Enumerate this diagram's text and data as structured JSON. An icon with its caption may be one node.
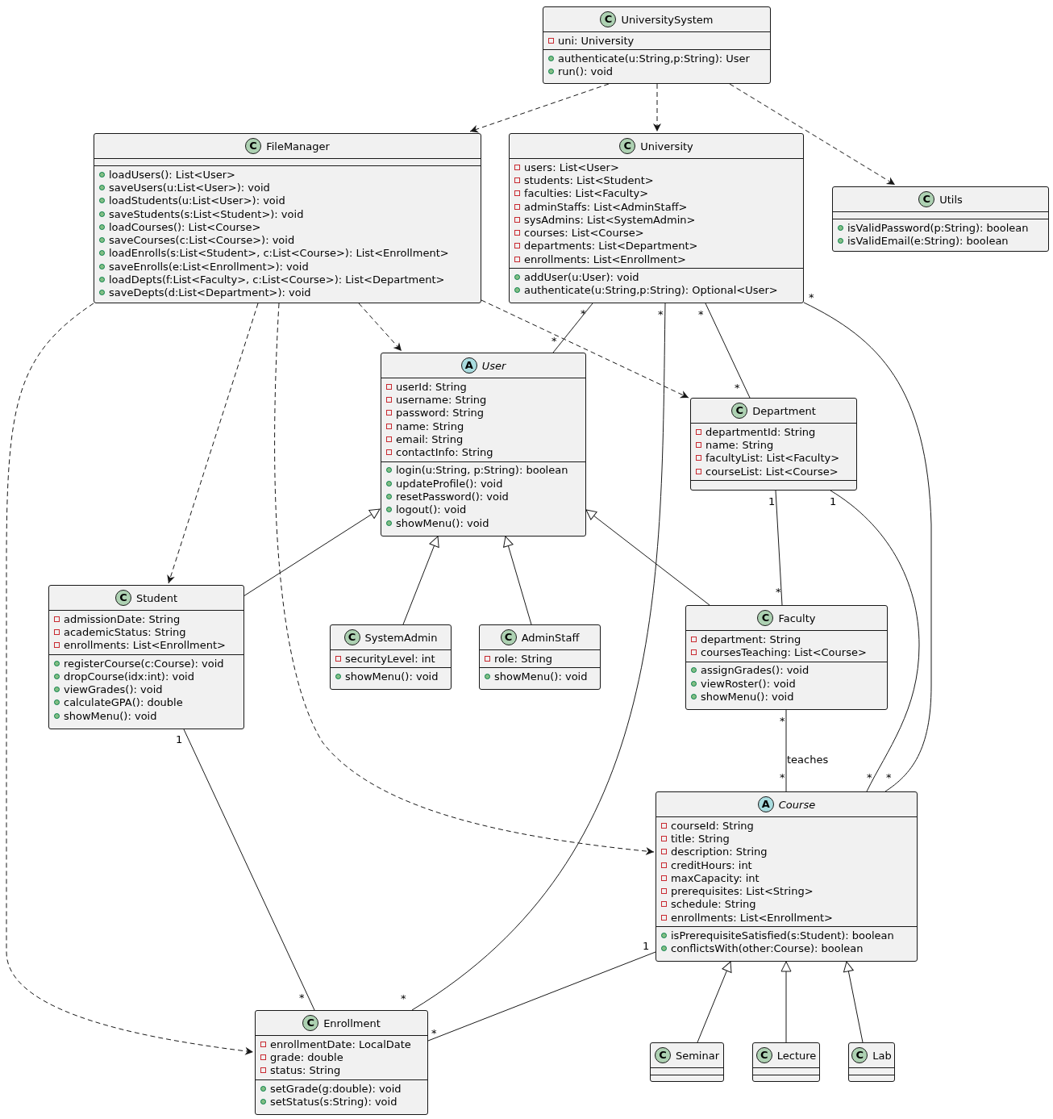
{
  "diagram": {
    "nodes": [
      {
        "text": [
          "C",
          "UniversitySystem",
          "uni: University",
          "authenticate(u:String,p:String): User",
          "run(): void"
        ]
      },
      {
        "text": [
          "C",
          "FileManager",
          "loadUsers(): List<User>",
          "saveUsers(u:List<User>): void",
          "loadStudents(u:List<User>): void",
          "saveStudents(s:List<Student>): void",
          "loadCourses(): List<Course>",
          "saveCourses(c:List<Course>): void",
          "loadEnrolls(s:List<Student>, c:List<Course>): List<Enrollment>",
          "saveEnrolls(e:List<Enrollment>): void",
          "loadDepts(f:List<Faculty>, c:List<Course>): List<Department>",
          "saveDepts(d:List<Department>): void"
        ]
      },
      {
        "text": [
          "C",
          "University",
          "users: List<User>",
          "students: List<Student>",
          "faculties: List<Faculty>",
          "adminStaffs: List<AdminStaff>",
          "sysAdmins: List<SystemAdmin>",
          "courses: List<Course>",
          "departments: List<Department>",
          "enrollments: List<Enrollment>",
          "addUser(u:User): void",
          "authenticate(u:String,p:String): Optional<User>"
        ]
      },
      {
        "text": [
          "C",
          "Utils",
          "isValidPassword(p:String): boolean",
          "isValidEmail(e:String): boolean"
        ]
      },
      {
        "text": [
          "A",
          "User",
          "userId: String",
          "username: String",
          "password: String",
          "name: String",
          "email: String",
          "contactInfo: String",
          "login(u:String, p:String): boolean",
          "updateProfile(): void",
          "resetPassword(): void",
          "logout(): void",
          "showMenu(): void"
        ]
      },
      {
        "text": [
          "C",
          "Department",
          "departmentId: String",
          "name: String",
          "facultyList: List<Faculty>",
          "courseList: List<Course>"
        ]
      },
      {
        "text": [
          "C",
          "Student",
          "admissionDate: String",
          "academicStatus: String",
          "enrollments: List<Enrollment>",
          "registerCourse(c:Course): void",
          "dropCourse(idx:int): void",
          "viewGrades(): void",
          "calculateGPA(): double",
          "showMenu(): void"
        ]
      },
      {
        "text": [
          "C",
          "SystemAdmin",
          "securityLevel: int",
          "showMenu(): void"
        ]
      },
      {
        "text": [
          "C",
          "AdminStaff",
          "role: String",
          "showMenu(): void"
        ]
      },
      {
        "text": [
          "C",
          "Faculty",
          "department: String",
          "coursesTeaching: List<Course>",
          "assignGrades(): void",
          "viewRoster(): void",
          "showMenu(): void"
        ]
      },
      {
        "text": [
          "A",
          "Course",
          "courseId: String",
          "title: String",
          "description: String",
          "creditHours: int",
          "maxCapacity: int",
          "prerequisites: List<String>",
          "schedule: String",
          "enrollments: List<Enrollment>",
          "isPrerequisiteSatisfied(s:Student): boolean",
          "conflictsWith(other:Course): boolean"
        ]
      },
      {
        "text": [
          "C",
          "Enrollment",
          "enrollmentDate: LocalDate",
          "grade: double",
          "status: String",
          "setGrade(g:double): void",
          "setStatus(s:String): void"
        ]
      },
      {
        "text": [
          "C",
          "Seminar"
        ]
      },
      {
        "text": [
          "C",
          "Lecture"
        ]
      },
      {
        "text": [
          "C",
          "Lab"
        ]
      }
    ],
    "edges": [
      {
        "from": 0,
        "to": 1,
        "arrow": "to",
        "style": "dashed"
      },
      {
        "from": 0,
        "to": 2,
        "arrow": "to",
        "style": "dashed"
      },
      {
        "from": 0,
        "to": 3,
        "arrow": "to",
        "style": "dashed"
      },
      {
        "from": 1,
        "to": 4,
        "arrow": "to",
        "style": "dashed"
      },
      {
        "from": 1,
        "to": 5,
        "arrow": "to",
        "style": "dashed"
      },
      {
        "from": 1,
        "to": 6,
        "arrow": "to",
        "style": "dashed"
      },
      {
        "from": 1,
        "to": 10,
        "arrow": "to",
        "style": "dashed"
      },
      {
        "from": 1,
        "to": 11,
        "arrow": "to",
        "style": "dashed"
      },
      {
        "from": 2,
        "to": 4,
        "arrow": "none"
      },
      {
        "from": 2,
        "to": 11,
        "arrow": "none"
      },
      {
        "from": 2,
        "to": 5,
        "arrow": "none"
      },
      {
        "from": 2,
        "to": 10,
        "arrow": "none"
      },
      {
        "from": 6,
        "to": 4,
        "arrow": "to"
      },
      {
        "from": 7,
        "to": 4,
        "arrow": "to"
      },
      {
        "from": 8,
        "to": 4,
        "arrow": "to"
      },
      {
        "from": 9,
        "to": 4,
        "arrow": "to"
      },
      {
        "from": 5,
        "to": 9,
        "arrow": "none"
      },
      {
        "from": 5,
        "to": 10,
        "arrow": "none"
      },
      {
        "from": 9,
        "to": 10,
        "arrow": "none",
        "label": "teaches"
      },
      {
        "from": 6,
        "to": 11,
        "arrow": "none"
      },
      {
        "from": 10,
        "to": 11,
        "arrow": "none"
      },
      {
        "from": 12,
        "to": 10,
        "arrow": "to"
      },
      {
        "from": 13,
        "to": 10,
        "arrow": "to"
      },
      {
        "from": 14,
        "to": 10,
        "arrow": "to"
      }
    ],
    "labels": [
      "*",
      "*",
      "*",
      "*",
      "*",
      "*",
      "*",
      "*",
      "1",
      "*",
      "1",
      "*",
      "*",
      "*",
      "1",
      "*",
      "1",
      "*"
    ]
  }
}
